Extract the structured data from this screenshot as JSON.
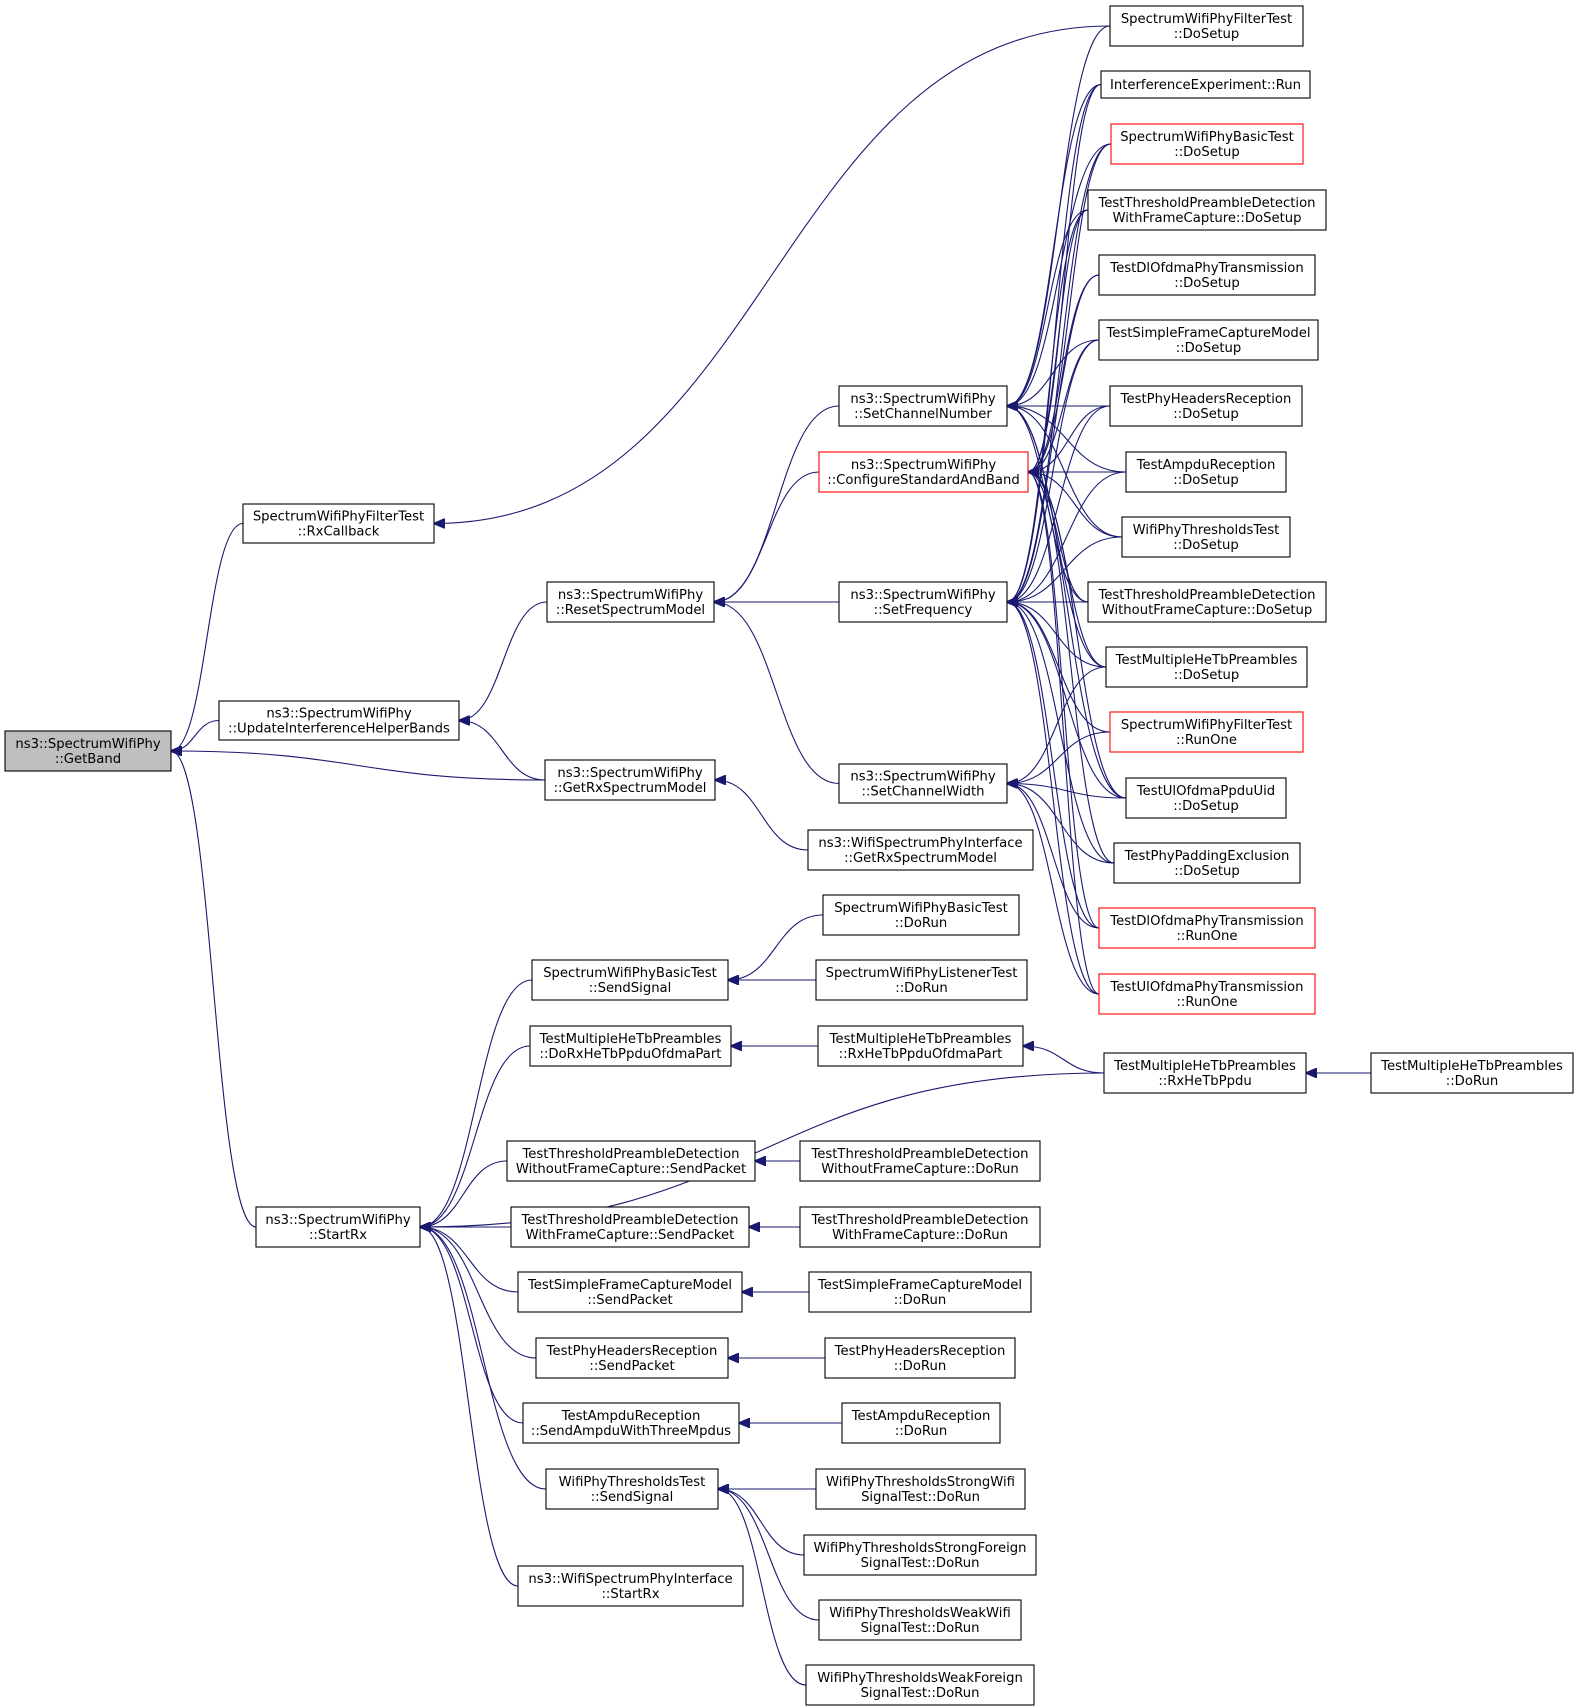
{
  "graph": {
    "colors": {
      "edge": "#191970",
      "box_border": "#000000",
      "box_border_truncated": "#ff0000",
      "focus_fill": "#bfbfbf"
    },
    "nodes": [
      {
        "id": "getband",
        "lines": [
          "ns3::SpectrumWifiPhy",
          "::GetBand"
        ],
        "focus": true
      },
      {
        "id": "rxcallback",
        "lines": [
          "SpectrumWifiPhyFilterTest",
          "::RxCallback"
        ]
      },
      {
        "id": "updateinterf",
        "lines": [
          "ns3::SpectrumWifiPhy",
          "::UpdateInterferenceHelperBands"
        ]
      },
      {
        "id": "getrxspec",
        "lines": [
          "ns3::SpectrumWifiPhy",
          "::GetRxSpectrumModel"
        ]
      },
      {
        "id": "startrx",
        "lines": [
          "ns3::SpectrumWifiPhy",
          "::StartRx"
        ]
      },
      {
        "id": "resetspec",
        "lines": [
          "ns3::SpectrumWifiPhy",
          "::ResetSpectrumModel"
        ]
      },
      {
        "id": "wifigetrx",
        "lines": [
          "ns3::WifiSpectrumPhyInterface",
          "::GetRxSpectrumModel"
        ]
      },
      {
        "id": "setchnum",
        "lines": [
          "ns3::SpectrumWifiPhy",
          "::SetChannelNumber"
        ]
      },
      {
        "id": "configstd",
        "lines": [
          "ns3::SpectrumWifiPhy",
          "::ConfigureStandardAndBand"
        ],
        "truncated": true
      },
      {
        "id": "setfreq",
        "lines": [
          "ns3::SpectrumWifiPhy",
          "::SetFrequency"
        ]
      },
      {
        "id": "setchwidth",
        "lines": [
          "ns3::SpectrumWifiPhy",
          "::SetChannelWidth"
        ]
      },
      {
        "id": "ft_dosetup",
        "lines": [
          "SpectrumWifiPhyFilterTest",
          "::DoSetup"
        ]
      },
      {
        "id": "interf_run",
        "lines": [
          "InterferenceExperiment::Run"
        ]
      },
      {
        "id": "bt_dosetup",
        "lines": [
          "SpectrumWifiPhyBasicTest",
          "::DoSetup"
        ],
        "truncated": true
      },
      {
        "id": "ttpd_with_ds",
        "lines": [
          "TestThresholdPreambleDetection",
          "WithFrameCapture::DoSetup"
        ]
      },
      {
        "id": "dlofdma_ds",
        "lines": [
          "TestDlOfdmaPhyTransmission",
          "::DoSetup"
        ]
      },
      {
        "id": "sfcm_ds",
        "lines": [
          "TestSimpleFrameCaptureModel",
          "::DoSetup"
        ]
      },
      {
        "id": "phr_ds",
        "lines": [
          "TestPhyHeadersReception",
          "::DoSetup"
        ]
      },
      {
        "id": "ampdu_ds",
        "lines": [
          "TestAmpduReception",
          "::DoSetup"
        ]
      },
      {
        "id": "thr_ds",
        "lines": [
          "WifiPhyThresholdsTest",
          "::DoSetup"
        ]
      },
      {
        "id": "ttpd_wo_ds",
        "lines": [
          "TestThresholdPreambleDetection",
          "WithoutFrameCapture::DoSetup"
        ]
      },
      {
        "id": "mhtb_ds",
        "lines": [
          "TestMultipleHeTbPreambles",
          "::DoSetup"
        ]
      },
      {
        "id": "ft_runone",
        "lines": [
          "SpectrumWifiPhyFilterTest",
          "::RunOne"
        ],
        "truncated": true
      },
      {
        "id": "ulofdma_ds",
        "lines": [
          "TestUlOfdmaPpduUid",
          "::DoSetup"
        ]
      },
      {
        "id": "padding_ds",
        "lines": [
          "TestPhyPaddingExclusion",
          "::DoSetup"
        ]
      },
      {
        "id": "dlofdma_runone",
        "lines": [
          "TestDlOfdmaPhyTransmission",
          "::RunOne"
        ],
        "truncated": true
      },
      {
        "id": "ulofdma_runone",
        "lines": [
          "TestUlOfdmaPhyTransmission",
          "::RunOne"
        ],
        "truncated": true
      },
      {
        "id": "bt_sendsignal",
        "lines": [
          "SpectrumWifiPhyBasicTest",
          "::SendSignal"
        ]
      },
      {
        "id": "mhtb_dorxofdma",
        "lines": [
          "TestMultipleHeTbPreambles",
          "::DoRxHeTbPpduOfdmaPart"
        ]
      },
      {
        "id": "ttpd_wo_send",
        "lines": [
          "TestThresholdPreambleDetection",
          "WithoutFrameCapture::SendPacket"
        ]
      },
      {
        "id": "ttpd_with_send",
        "lines": [
          "TestThresholdPreambleDetection",
          "WithFrameCapture::SendPacket"
        ]
      },
      {
        "id": "sfcm_send",
        "lines": [
          "TestSimpleFrameCaptureModel",
          "::SendPacket"
        ]
      },
      {
        "id": "phr_send",
        "lines": [
          "TestPhyHeadersReception",
          "::SendPacket"
        ]
      },
      {
        "id": "ampdu_send",
        "lines": [
          "TestAmpduReception",
          "::SendAmpduWithThreeMpdus"
        ]
      },
      {
        "id": "thr_sendsignal",
        "lines": [
          "WifiPhyThresholdsTest",
          "::SendSignal"
        ]
      },
      {
        "id": "wifistartrx",
        "lines": [
          "ns3::WifiSpectrumPhyInterface",
          "::StartRx"
        ]
      },
      {
        "id": "bt_dorun",
        "lines": [
          "SpectrumWifiPhyBasicTest",
          "::DoRun"
        ]
      },
      {
        "id": "lt_dorun",
        "lines": [
          "SpectrumWifiPhyListenerTest",
          "::DoRun"
        ]
      },
      {
        "id": "mhtb_rxofdma",
        "lines": [
          "TestMultipleHeTbPreambles",
          "::RxHeTbPpduOfdmaPart"
        ]
      },
      {
        "id": "mhtb_rxhetb",
        "lines": [
          "TestMultipleHeTbPreambles",
          "::RxHeTbPpdu"
        ]
      },
      {
        "id": "mhtb_dorun",
        "lines": [
          "TestMultipleHeTbPreambles",
          "::DoRun"
        ]
      },
      {
        "id": "ttpd_wo_dorun",
        "lines": [
          "TestThresholdPreambleDetection",
          "WithoutFrameCapture::DoRun"
        ]
      },
      {
        "id": "ttpd_with_dorun",
        "lines": [
          "TestThresholdPreambleDetection",
          "WithFrameCapture::DoRun"
        ]
      },
      {
        "id": "sfcm_dorun",
        "lines": [
          "TestSimpleFrameCaptureModel",
          "::DoRun"
        ]
      },
      {
        "id": "phr_dorun",
        "lines": [
          "TestPhyHeadersReception",
          "::DoRun"
        ]
      },
      {
        "id": "ampdu_dorun",
        "lines": [
          "TestAmpduReception",
          "::DoRun"
        ]
      },
      {
        "id": "thr_sw_dorun",
        "lines": [
          "WifiPhyThresholdsStrongWifi",
          "SignalTest::DoRun"
        ]
      },
      {
        "id": "thr_sf_dorun",
        "lines": [
          "WifiPhyThresholdsStrongForeign",
          "SignalTest::DoRun"
        ]
      },
      {
        "id": "thr_ww_dorun",
        "lines": [
          "WifiPhyThresholdsWeakWifi",
          "SignalTest::DoRun"
        ]
      },
      {
        "id": "thr_wf_dorun",
        "lines": [
          "WifiPhyThresholdsWeakForeign",
          "SignalTest::DoRun"
        ]
      }
    ],
    "edges": [
      {
        "from": "rxcallback",
        "to": "getband"
      },
      {
        "from": "updateinterf",
        "to": "getband"
      },
      {
        "from": "getrxspec",
        "to": "getband"
      },
      {
        "from": "startrx",
        "to": "getband"
      },
      {
        "from": "ft_dosetup",
        "to": "rxcallback"
      },
      {
        "from": "resetspec",
        "to": "updateinterf"
      },
      {
        "from": "getrxspec",
        "to": "updateinterf"
      },
      {
        "from": "wifigetrx",
        "to": "getrxspec"
      },
      {
        "from": "setchnum",
        "to": "resetspec"
      },
      {
        "from": "configstd",
        "to": "resetspec"
      },
      {
        "from": "setfreq",
        "to": "resetspec"
      },
      {
        "from": "setchwidth",
        "to": "resetspec"
      },
      {
        "from": "ft_dosetup",
        "to": "setchnum"
      },
      {
        "from": "interf_run",
        "to": "setchnum"
      },
      {
        "from": "bt_dosetup",
        "to": "setchnum"
      },
      {
        "from": "ttpd_with_ds",
        "to": "setchnum"
      },
      {
        "from": "sfcm_ds",
        "to": "setchnum"
      },
      {
        "from": "phr_ds",
        "to": "setchnum"
      },
      {
        "from": "ampdu_ds",
        "to": "setchnum"
      },
      {
        "from": "thr_ds",
        "to": "setchnum"
      },
      {
        "from": "ttpd_wo_ds",
        "to": "setchnum"
      },
      {
        "from": "mhtb_ds",
        "to": "setchnum"
      },
      {
        "from": "ulofdma_ds",
        "to": "setchnum"
      },
      {
        "from": "interf_run",
        "to": "configstd"
      },
      {
        "from": "bt_dosetup",
        "to": "configstd"
      },
      {
        "from": "ttpd_with_ds",
        "to": "configstd"
      },
      {
        "from": "dlofdma_ds",
        "to": "configstd"
      },
      {
        "from": "sfcm_ds",
        "to": "configstd"
      },
      {
        "from": "phr_ds",
        "to": "configstd"
      },
      {
        "from": "ampdu_ds",
        "to": "configstd"
      },
      {
        "from": "thr_ds",
        "to": "configstd"
      },
      {
        "from": "ttpd_wo_ds",
        "to": "configstd"
      },
      {
        "from": "mhtb_ds",
        "to": "configstd"
      },
      {
        "from": "ulofdma_ds",
        "to": "configstd"
      },
      {
        "from": "padding_ds",
        "to": "configstd"
      },
      {
        "from": "dlofdma_runone",
        "to": "configstd"
      },
      {
        "from": "ulofdma_runone",
        "to": "configstd"
      },
      {
        "from": "interf_run",
        "to": "setfreq"
      },
      {
        "from": "bt_dosetup",
        "to": "setfreq"
      },
      {
        "from": "ttpd_with_ds",
        "to": "setfreq"
      },
      {
        "from": "dlofdma_ds",
        "to": "setfreq"
      },
      {
        "from": "sfcm_ds",
        "to": "setfreq"
      },
      {
        "from": "phr_ds",
        "to": "setfreq"
      },
      {
        "from": "ampdu_ds",
        "to": "setfreq"
      },
      {
        "from": "thr_ds",
        "to": "setfreq"
      },
      {
        "from": "ttpd_wo_ds",
        "to": "setfreq"
      },
      {
        "from": "mhtb_ds",
        "to": "setfreq"
      },
      {
        "from": "ft_runone",
        "to": "setfreq"
      },
      {
        "from": "ulofdma_ds",
        "to": "setfreq"
      },
      {
        "from": "padding_ds",
        "to": "setfreq"
      },
      {
        "from": "dlofdma_runone",
        "to": "setfreq"
      },
      {
        "from": "ulofdma_runone",
        "to": "setfreq"
      },
      {
        "from": "mhtb_ds",
        "to": "setchwidth"
      },
      {
        "from": "ulofdma_ds",
        "to": "setchwidth"
      },
      {
        "from": "padding_ds",
        "to": "setchwidth"
      },
      {
        "from": "dlofdma_runone",
        "to": "setchwidth"
      },
      {
        "from": "ulofdma_runone",
        "to": "setchwidth"
      },
      {
        "from": "ft_runone",
        "to": "setchwidth"
      },
      {
        "from": "bt_sendsignal",
        "to": "startrx"
      },
      {
        "from": "mhtb_dorxofdma",
        "to": "startrx"
      },
      {
        "from": "mhtb_rxhetb",
        "to": "startrx"
      },
      {
        "from": "ttpd_wo_send",
        "to": "startrx"
      },
      {
        "from": "ttpd_with_send",
        "to": "startrx"
      },
      {
        "from": "sfcm_send",
        "to": "startrx"
      },
      {
        "from": "phr_send",
        "to": "startrx"
      },
      {
        "from": "ampdu_send",
        "to": "startrx"
      },
      {
        "from": "thr_sendsignal",
        "to": "startrx"
      },
      {
        "from": "wifistartrx",
        "to": "startrx"
      },
      {
        "from": "bt_dorun",
        "to": "bt_sendsignal"
      },
      {
        "from": "lt_dorun",
        "to": "bt_sendsignal"
      },
      {
        "from": "mhtb_rxofdma",
        "to": "mhtb_dorxofdma"
      },
      {
        "from": "mhtb_rxhetb",
        "to": "mhtb_rxofdma"
      },
      {
        "from": "mhtb_dorun",
        "to": "mhtb_rxhetb"
      },
      {
        "from": "ttpd_wo_dorun",
        "to": "ttpd_wo_send"
      },
      {
        "from": "ttpd_with_dorun",
        "to": "ttpd_with_send"
      },
      {
        "from": "sfcm_dorun",
        "to": "sfcm_send"
      },
      {
        "from": "phr_dorun",
        "to": "phr_send"
      },
      {
        "from": "ampdu_dorun",
        "to": "ampdu_send"
      },
      {
        "from": "thr_sw_dorun",
        "to": "thr_sendsignal"
      },
      {
        "from": "thr_sf_dorun",
        "to": "thr_sendsignal"
      },
      {
        "from": "thr_ww_dorun",
        "to": "thr_sendsignal"
      },
      {
        "from": "thr_wf_dorun",
        "to": "thr_sendsignal"
      }
    ]
  }
}
